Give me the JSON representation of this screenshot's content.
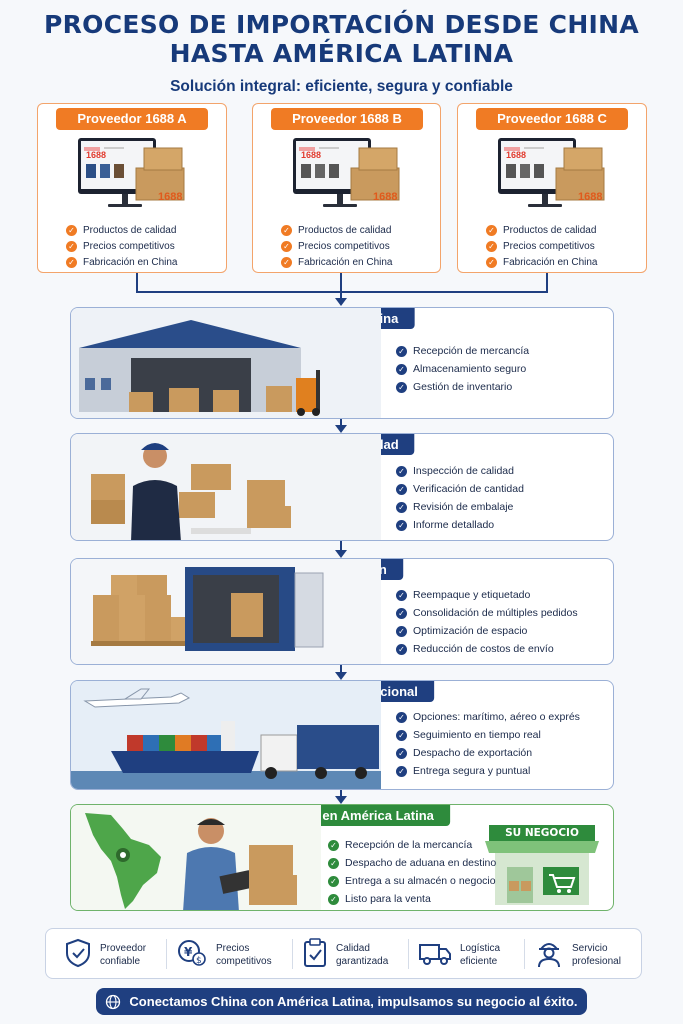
{
  "header": {
    "title_line1": "PROCESO DE IMPORTACIÓN DESDE CHINA",
    "title_line2": "HASTA AMÉRICA LATINA",
    "subtitle": "Solución integral: eficiente, segura y confiable"
  },
  "suppliers": [
    {
      "label": "Proveedor 1688 A",
      "logo": "1688",
      "box_text": "1688",
      "features": [
        "Productos de calidad",
        "Precios competitivos",
        "Fabricación en China"
      ]
    },
    {
      "label": "Proveedor 1688 B",
      "logo": "1688",
      "box_text": "1688",
      "features": [
        "Productos de calidad",
        "Precios competitivos",
        "Fabricación en China"
      ]
    },
    {
      "label": "Proveedor 1688 C",
      "logo": "1688",
      "box_text": "1688",
      "features": [
        "Productos de calidad",
        "Precios competitivos",
        "Fabricación en China"
      ]
    }
  ],
  "stages": [
    {
      "label": "Almacén en China",
      "items": [
        "Recepción de mercancía",
        "Almacenamiento seguro",
        "Gestión de inventario"
      ]
    },
    {
      "label": "Control de calidad",
      "items": [
        "Inspección de calidad",
        "Verificación de cantidad",
        "Revisión de embalaje",
        "Informe detallado"
      ]
    },
    {
      "label": "Consolidación",
      "items": [
        "Reempaque y etiquetado",
        "Consolidación de múltiples pedidos",
        "Optimización de espacio",
        "Reducción de costos de envío"
      ]
    },
    {
      "label": "Transporte internacional",
      "items": [
        "Opciones: marítimo, aéreo o exprés",
        "Seguimiento en tiempo real",
        "Despacho de exportación",
        "Entrega segura y puntual"
      ]
    },
    {
      "label": "Importador en América Latina",
      "items": [
        "Recepción de la mercancía",
        "Despacho de aduana en destino",
        "Entrega a su almacén o negocio",
        "Listo para la venta"
      ],
      "store_sign": "SU NEGOCIO"
    }
  ],
  "benefits": [
    {
      "icon": "shield-check-icon",
      "line1": "Proveedor",
      "line2": "confiable"
    },
    {
      "icon": "price-tag-icon",
      "line1": "Precios",
      "line2": "competitivos"
    },
    {
      "icon": "clipboard-check-icon",
      "line1": "Calidad",
      "line2": "garantizada"
    },
    {
      "icon": "truck-icon",
      "line1": "Logística",
      "line2": "eficiente"
    },
    {
      "icon": "worker-icon",
      "line1": "Servicio",
      "line2": "profesional"
    }
  ],
  "footer": {
    "icon": "globe-icon",
    "text": "Conectamos China con América Latina, impulsamos su negocio al éxito."
  },
  "colors": {
    "navy": "#1f3f80",
    "orange": "#f07b24",
    "green": "#2e8b3c"
  }
}
